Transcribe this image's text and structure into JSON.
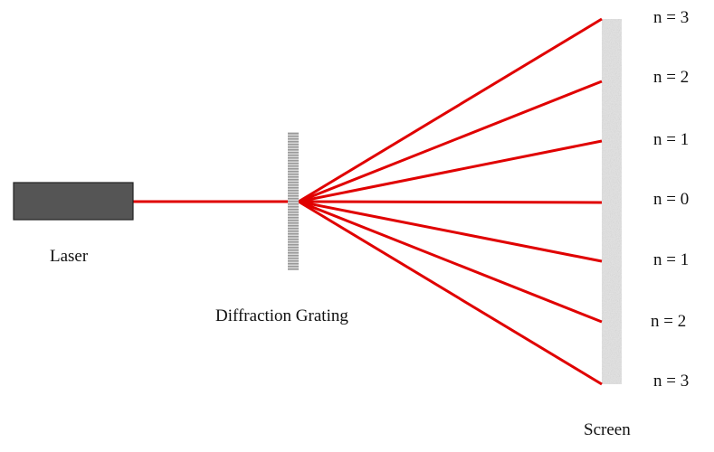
{
  "labels": {
    "laser": "Laser",
    "grating": "Diffraction Grating",
    "screen": "Screen"
  },
  "orders": [
    {
      "label": "n = 3"
    },
    {
      "label": "n = 2"
    },
    {
      "label": "n = 1"
    },
    {
      "label": "n = 0"
    },
    {
      "label": "n = 1"
    },
    {
      "label": "n = 2"
    },
    {
      "label": "n = 3"
    }
  ],
  "colors": {
    "beam": "#e00000",
    "laser_body": "#555555",
    "grating": "#a8a8a8",
    "screen": "#e3e3e3"
  }
}
